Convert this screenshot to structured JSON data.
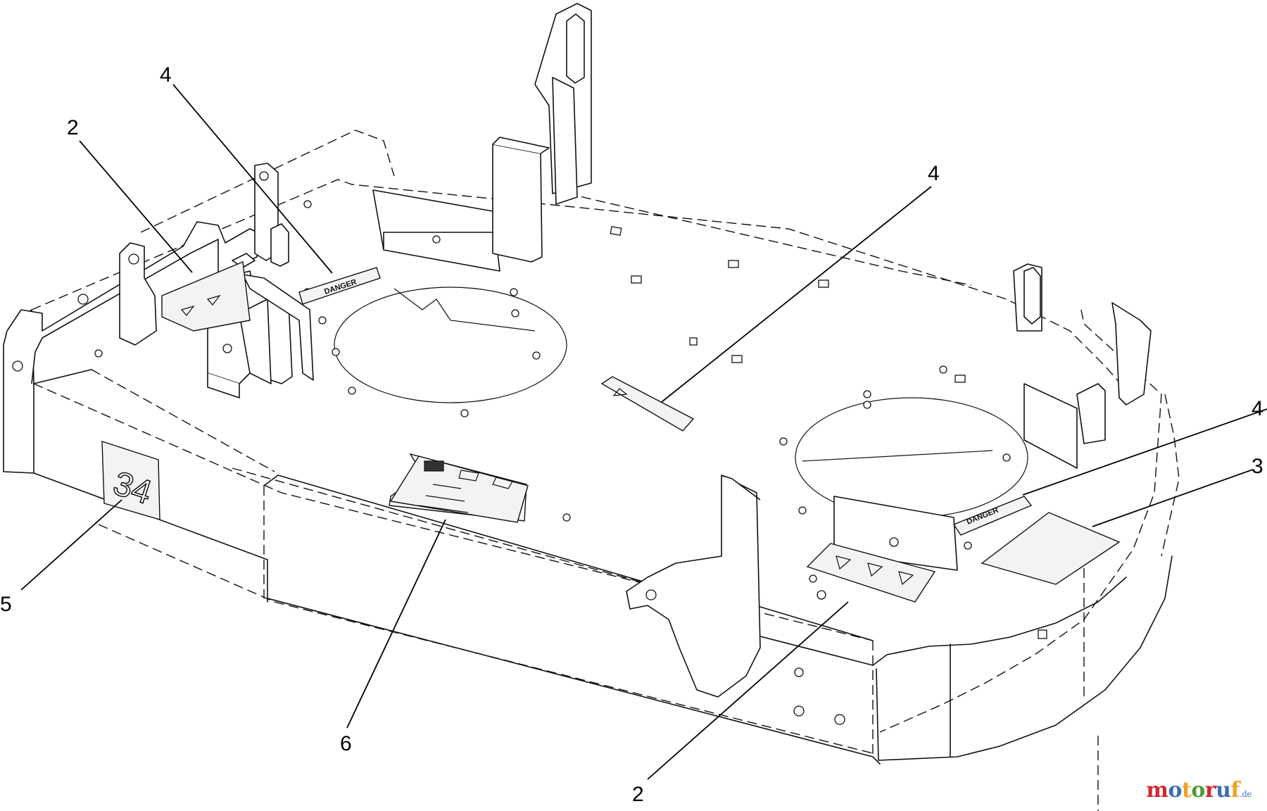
{
  "diagram": {
    "callouts": [
      {
        "id": "c-4-left",
        "label": "4"
      },
      {
        "id": "c-2-left",
        "label": "2"
      },
      {
        "id": "c-4-center",
        "label": "4"
      },
      {
        "id": "c-4-right",
        "label": "4"
      },
      {
        "id": "c-3",
        "label": "3"
      },
      {
        "id": "c-5",
        "label": "5"
      },
      {
        "id": "c-6",
        "label": "6"
      },
      {
        "id": "c-2-bottom",
        "label": "2"
      }
    ],
    "decals": {
      "size_badge": "34",
      "danger_left": "DANGER",
      "danger_right": "DANGER"
    }
  },
  "watermark": {
    "brand": "motoruf",
    "suffix": ".de",
    "colors": [
      "#d4272e",
      "#3a6fb2",
      "#f0a020",
      "#4a9a3a"
    ]
  }
}
